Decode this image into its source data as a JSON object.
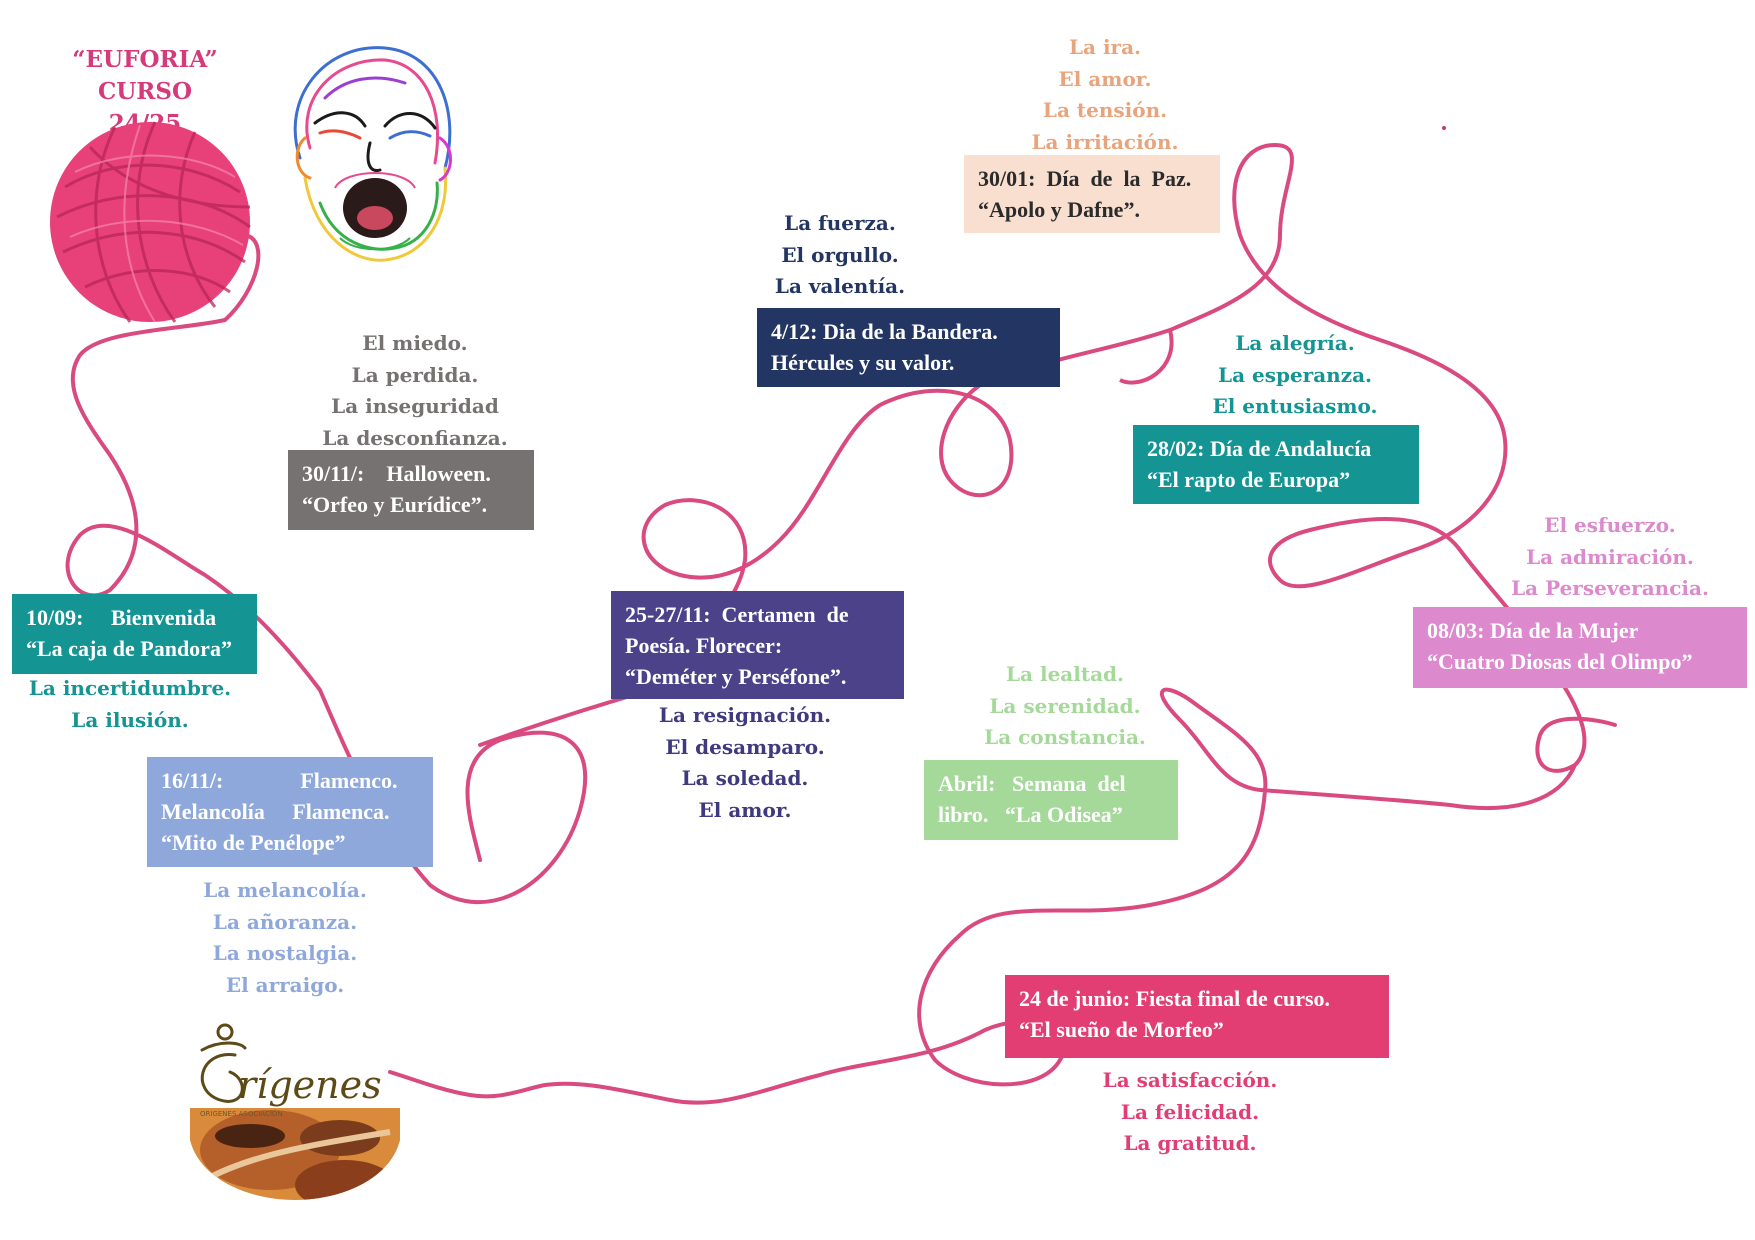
{
  "header": {
    "line1": "“EUFORIA”",
    "line2": "CURSO 24/25"
  },
  "colors": {
    "thread": "#d94a80",
    "teal": "#159494",
    "dark_navy": "#233663",
    "grey": "#767271",
    "indigo": "#4b4289",
    "periwinkle": "#8fa8dc",
    "peach_bg": "#f9dfcf",
    "peach_text": "#e8a47c",
    "light_green": "#a5d99a",
    "orchid": "#dc89cd",
    "rose": "#e23e74"
  },
  "icons": {
    "yarn": "yarn-ball-icon",
    "face": "screaming-baby-icon",
    "logo": "origenes-logo"
  },
  "logo": {
    "word": "rígenes",
    "tagline": "ORIGENES ASOCIACIÓN"
  },
  "events": [
    {
      "id": "bienvenida",
      "lines": [
        "10/09:     Bienvenida",
        "“La caja de Pandora”"
      ],
      "emotions": [
        "La incertidumbre.",
        "La ilusión."
      ]
    },
    {
      "id": "flamenco",
      "lines": [
        "16/11/:              Flamenco.",
        "Melancolía     Flamenca.",
        "“Mito de Penélope”"
      ],
      "emotions": [
        "La melancolía.",
        "La añoranza.",
        "La nostalgia.",
        "El arraigo."
      ]
    },
    {
      "id": "halloween",
      "lines": [
        "30/11/:    Halloween.",
        "“Orfeo y Eurídice”."
      ],
      "emotions": [
        "El miedo.",
        "La perdida.",
        "La inseguridad",
        "La desconfianza."
      ]
    },
    {
      "id": "certamen",
      "lines": [
        "25-27/11:  Certamen  de",
        "Poesía. Florecer:",
        "“Deméter y Perséfone”."
      ],
      "emotions": [
        "La resignación.",
        "El desamparo.",
        "La soledad.",
        "El amor."
      ]
    },
    {
      "id": "bandera",
      "lines": [
        "4/12: Dia de la Bandera.",
        "Hércules y su valor."
      ],
      "emotions": [
        "La fuerza.",
        "El orgullo.",
        "La valentía."
      ]
    },
    {
      "id": "paz",
      "lines": [
        "30/01:  Día  de  la  Paz.",
        "“Apolo y Dafne”."
      ],
      "emotions": [
        "La ira.",
        "El amor.",
        "La tensión.",
        "La irritación."
      ]
    },
    {
      "id": "andalucia",
      "lines": [
        "28/02: Día de Andalucía",
        "“El rapto de Europa”"
      ],
      "emotions": [
        "La alegría.",
        "La esperanza.",
        "El entusiasmo."
      ]
    },
    {
      "id": "mujer",
      "lines": [
        "08/03: Día de la Mujer",
        "“Cuatro Diosas del Olimpo”"
      ],
      "emotions": [
        "El esfuerzo.",
        "La admiración.",
        "La Perseverancia."
      ]
    },
    {
      "id": "libro",
      "lines": [
        "Abril:   Semana  del",
        "libro.   “La Odisea”"
      ],
      "emotions": [
        "La lealtad.",
        "La serenidad.",
        "La constancia."
      ]
    },
    {
      "id": "final",
      "lines": [
        "24 de junio: Fiesta final de curso.",
        "“El sueño de Morfeo”"
      ],
      "emotions": [
        "La satisfacción.",
        "La felicidad.",
        "La gratitud."
      ]
    }
  ]
}
